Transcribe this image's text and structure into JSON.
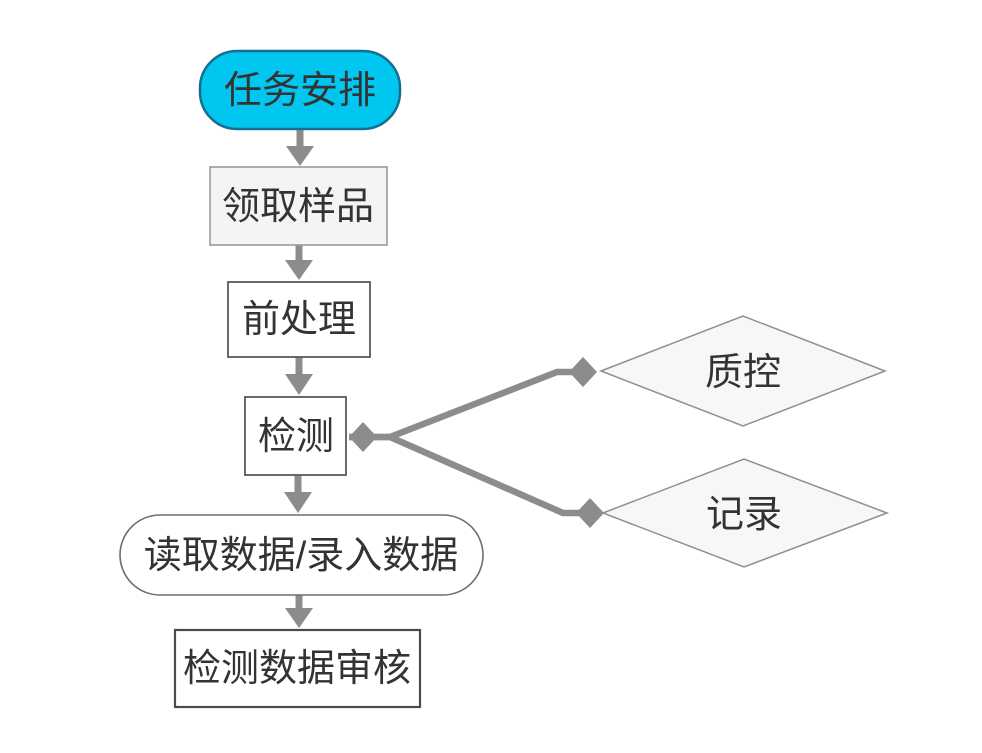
{
  "diagram": {
    "type": "flowchart",
    "nodes": [
      {
        "id": "task-assignment",
        "label": "任务安排",
        "shape": "stadium-start",
        "fill": "#00c6f0"
      },
      {
        "id": "receive-samples",
        "label": "领取样品",
        "shape": "rect-light"
      },
      {
        "id": "pretreatment",
        "label": "前处理",
        "shape": "rect"
      },
      {
        "id": "testing",
        "label": "检测",
        "shape": "rect"
      },
      {
        "id": "read-enter-data",
        "label": "读取数据/录入数据",
        "shape": "stadium"
      },
      {
        "id": "test-data-review",
        "label": "检测数据审核",
        "shape": "rect"
      },
      {
        "id": "quality-control",
        "label": "质控",
        "shape": "diamond"
      },
      {
        "id": "record",
        "label": "记录",
        "shape": "diamond"
      }
    ],
    "edges": [
      {
        "from": "任务安排",
        "to": "领取样品",
        "style": "triangle-arrow"
      },
      {
        "from": "领取样品",
        "to": "前处理",
        "style": "triangle-arrow"
      },
      {
        "from": "前处理",
        "to": "检测",
        "style": "triangle-arrow"
      },
      {
        "from": "检测",
        "to": "读取数据/录入数据",
        "style": "triangle-arrow"
      },
      {
        "from": "读取数据/录入数据",
        "to": "检测数据审核",
        "style": "triangle-arrow"
      },
      {
        "from": "检测",
        "to": "质控",
        "style": "diamond-tipped"
      },
      {
        "from": "检测",
        "to": "记录",
        "style": "diamond-tipped"
      }
    ],
    "colors": {
      "accent": "#00c6f0",
      "accent_border": "#166e91",
      "connector": "#8c8c8c",
      "node_border": "#595959",
      "light_fill": "#f4f4f4",
      "diamond_fill": "#f7f7f7",
      "diamond_border": "#8f8f8f",
      "text": "#333333",
      "background": "#ffffff"
    }
  }
}
